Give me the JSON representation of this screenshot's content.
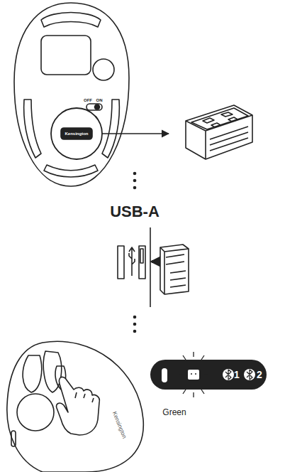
{
  "diagram": {
    "labels": [
      "OFF",
      "ON",
      "Kensington",
      "USB-A",
      "1",
      "2",
      "Green",
      "Kensington"
    ]
  }
}
